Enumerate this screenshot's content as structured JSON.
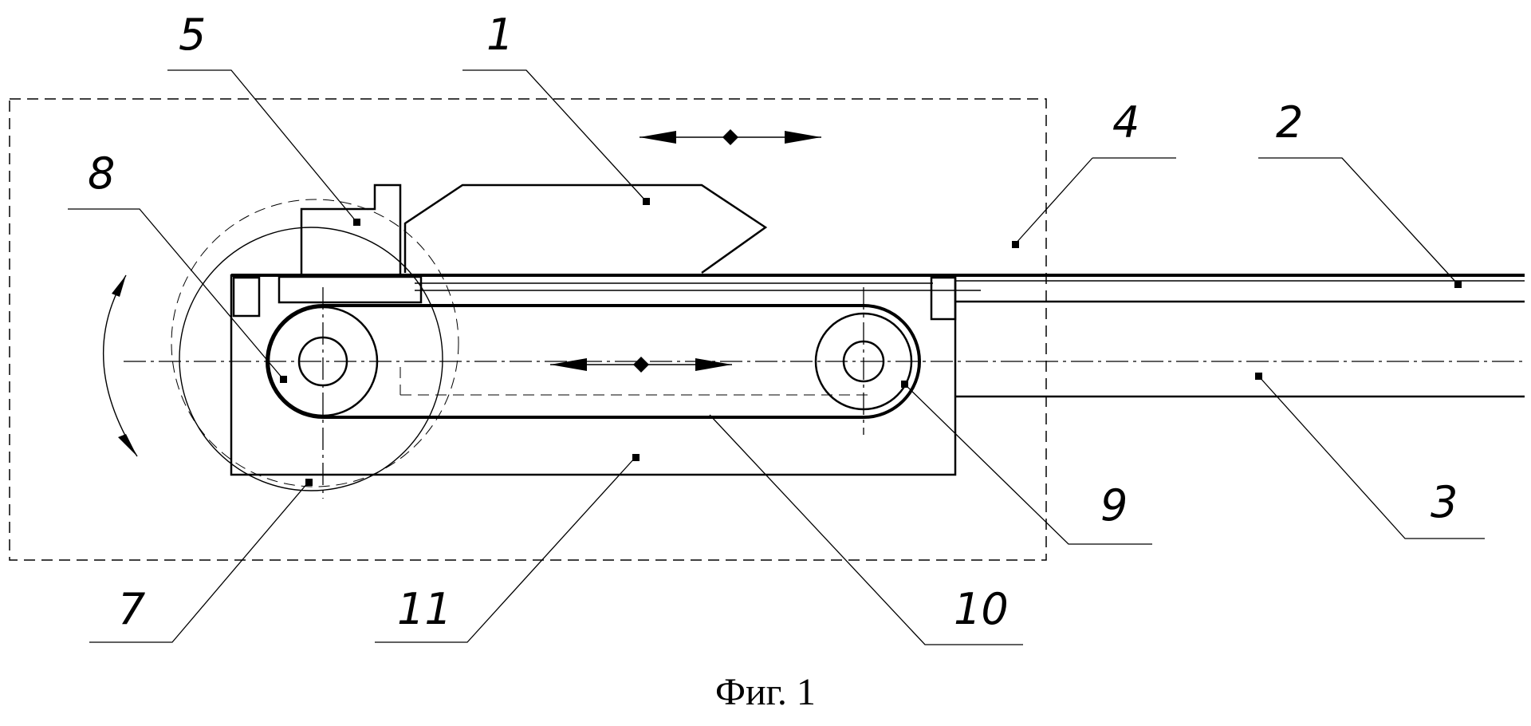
{
  "figure": {
    "caption": "Фиг. 1",
    "labels": {
      "l1": "1",
      "l2": "2",
      "l3": "3",
      "l4": "4",
      "l5": "5",
      "l7": "7",
      "l8": "8",
      "l9": "9",
      "l10": "10",
      "l11": "11"
    }
  }
}
